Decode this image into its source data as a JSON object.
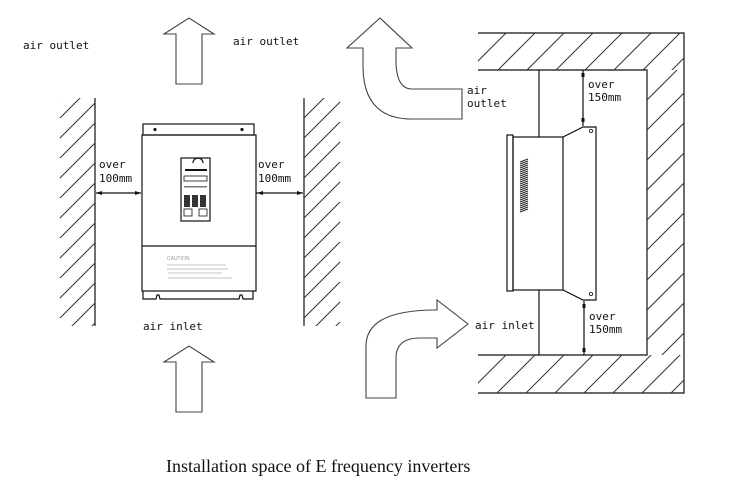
{
  "caption": "Installation space of E frequency inverters",
  "front_view": {
    "labels": {
      "air_outlet_left": "air outlet",
      "air_outlet_right": "air outlet",
      "air_inlet": "air inlet",
      "clearance_left_line1": "over",
      "clearance_left_line2": "100mm",
      "clearance_right_line1": "over",
      "clearance_right_line2": "100mm"
    },
    "panel_caution_title": "CAUTION"
  },
  "side_view": {
    "labels": {
      "air_outlet_line1": "air",
      "air_outlet_line2": "outlet",
      "air_inlet": "air inlet",
      "clearance_top_line1": "over",
      "clearance_top_line2": "150mm",
      "clearance_bottom_line1": "over",
      "clearance_bottom_line2": "150mm"
    }
  },
  "colors": {
    "line": "#111111",
    "background": "#ffffff"
  }
}
